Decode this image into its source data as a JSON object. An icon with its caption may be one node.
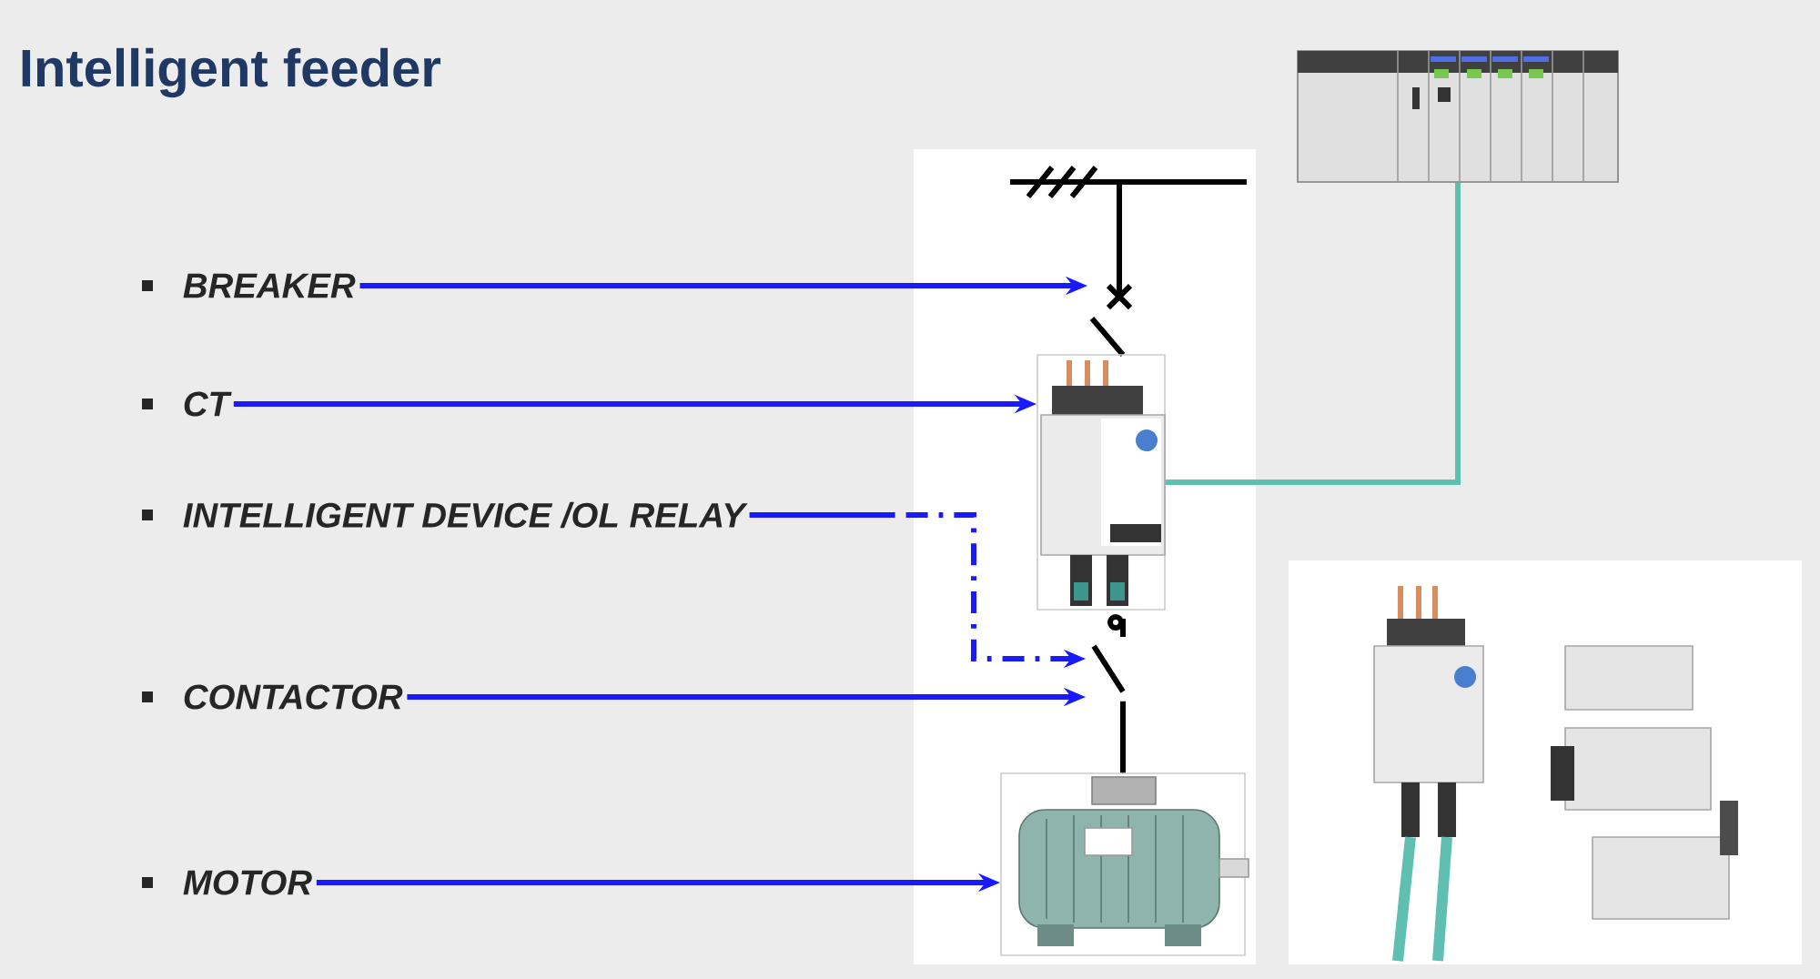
{
  "diagram": {
    "title": "Intelligent feeder",
    "nodes": [
      {
        "text": [
          "BREAKER"
        ]
      },
      {
        "text": [
          "CT"
        ]
      },
      {
        "text": [
          "INTELLIGENT DEVICE /OL RELAY"
        ]
      },
      {
        "text": [
          "CONTACTOR"
        ]
      },
      {
        "text": [
          "MOTOR"
        ]
      },
      {
        "text": [],
        "shape": "switch"
      },
      {
        "text": [],
        "shape": "picture"
      },
      {
        "text": [],
        "shape": "switch"
      },
      {
        "text": [],
        "shape": "picture"
      },
      {
        "text": [],
        "shape": "picture"
      }
    ],
    "edges": [
      {
        "from": 0,
        "to": 5,
        "arrow": "to"
      },
      {
        "from": 1,
        "to": 6,
        "arrow": "to"
      },
      {
        "from": 2,
        "to": 7,
        "arrow": "to",
        "style": "dashed"
      },
      {
        "from": 3,
        "to": 7,
        "arrow": "to"
      },
      {
        "from": 4,
        "to": 8,
        "arrow": "to"
      },
      {
        "from": 6,
        "to": 9,
        "arrow": "none",
        "color": "#5fbfb0"
      },
      {
        "from": 7,
        "to": 8,
        "arrow": "none",
        "color": "#000000"
      }
    ]
  }
}
